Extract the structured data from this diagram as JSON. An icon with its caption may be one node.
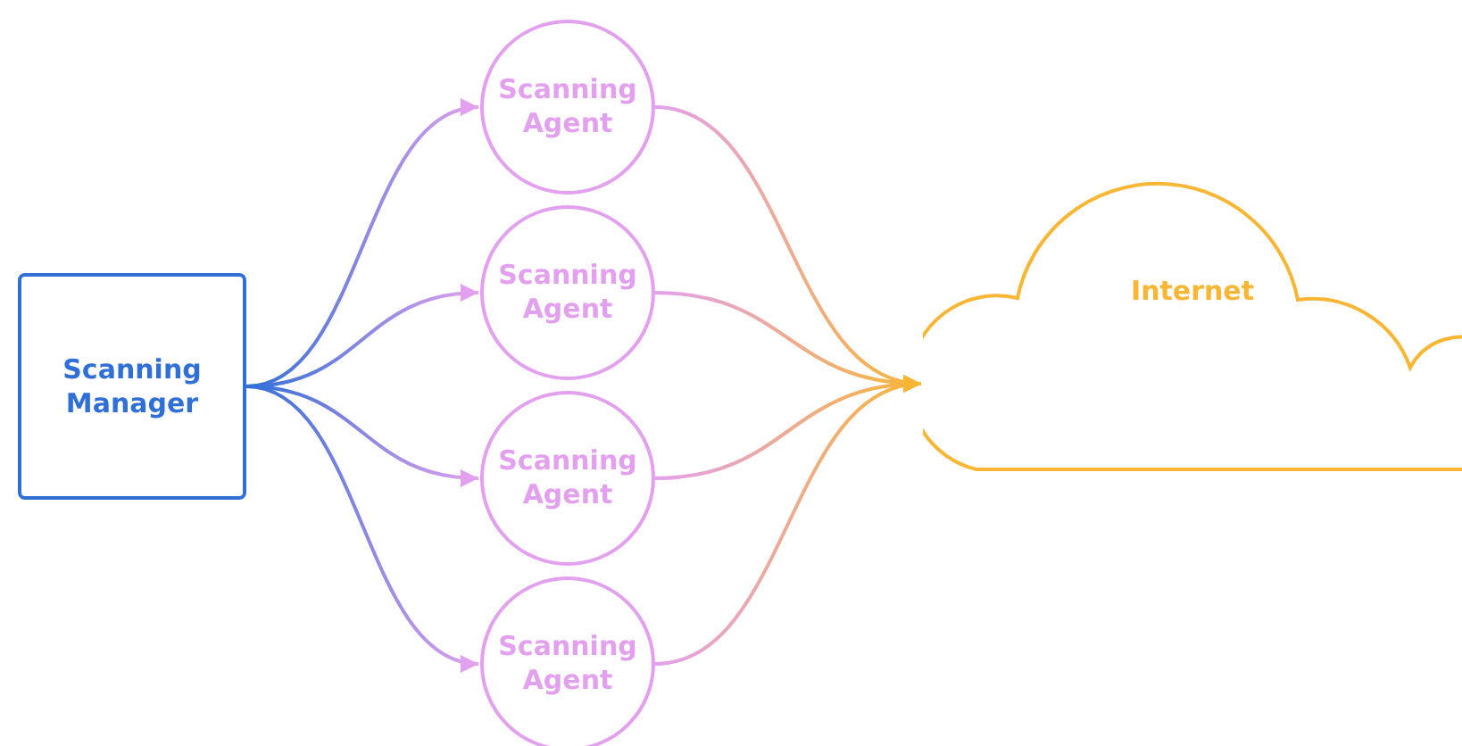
{
  "diagram": {
    "nodes": [
      {
        "text": [
          "Scanning Manager"
        ]
      },
      {
        "text": [
          "Scanning Agent"
        ]
      },
      {
        "text": [
          "Scanning Agent"
        ]
      },
      {
        "text": [
          "Scanning Agent"
        ]
      },
      {
        "text": [
          "Scanning Agent"
        ]
      },
      {
        "text": [
          "Internet"
        ]
      }
    ],
    "edges": [
      {
        "from": 0,
        "to": 1,
        "arrow": "to"
      },
      {
        "from": 0,
        "to": 2,
        "arrow": "to"
      },
      {
        "from": 0,
        "to": 3,
        "arrow": "to"
      },
      {
        "from": 0,
        "to": 4,
        "arrow": "to"
      },
      {
        "from": 1,
        "to": 5,
        "arrow": "to"
      },
      {
        "from": 2,
        "to": 5,
        "arrow": "to"
      },
      {
        "from": 3,
        "to": 5,
        "arrow": "to"
      },
      {
        "from": 4,
        "to": 5,
        "arrow": "to"
      }
    ]
  }
}
